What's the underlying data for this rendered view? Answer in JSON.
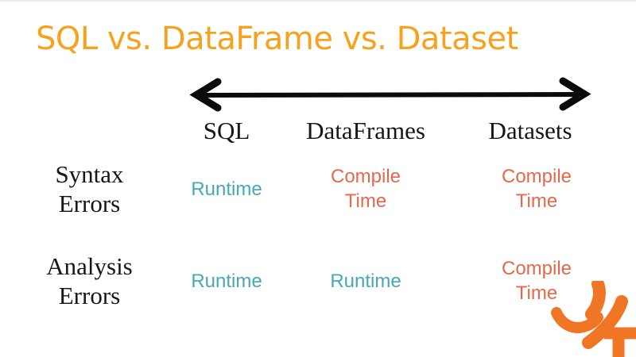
{
  "slide": {
    "title": "SQL vs. DataFrame vs. Dataset"
  },
  "table": {
    "columns": [
      "SQL",
      "DataFrames",
      "Datasets"
    ],
    "rows": [
      {
        "label": "Syntax\nErrors",
        "cells": [
          {
            "text": "Runtime",
            "type": "runtime"
          },
          {
            "text": "Compile\nTime",
            "type": "compile"
          },
          {
            "text": "Compile\nTime",
            "type": "compile"
          }
        ]
      },
      {
        "label": "Analysis\nErrors",
        "cells": [
          {
            "text": "Runtime",
            "type": "runtime"
          },
          {
            "text": "Runtime",
            "type": "runtime"
          },
          {
            "text": "Compile\nTime",
            "type": "compile"
          }
        ]
      }
    ]
  },
  "icons": {
    "arrow": "double-headed-arrow",
    "logo": "spark-logo"
  },
  "colors": {
    "title_orange": "#F7A21E",
    "runtime_teal": "#47A8B5",
    "compile_coral": "#E5684A",
    "logo_orange": "#F07524",
    "arrow_black": "#0B0B0B",
    "text_black": "#161616"
  }
}
